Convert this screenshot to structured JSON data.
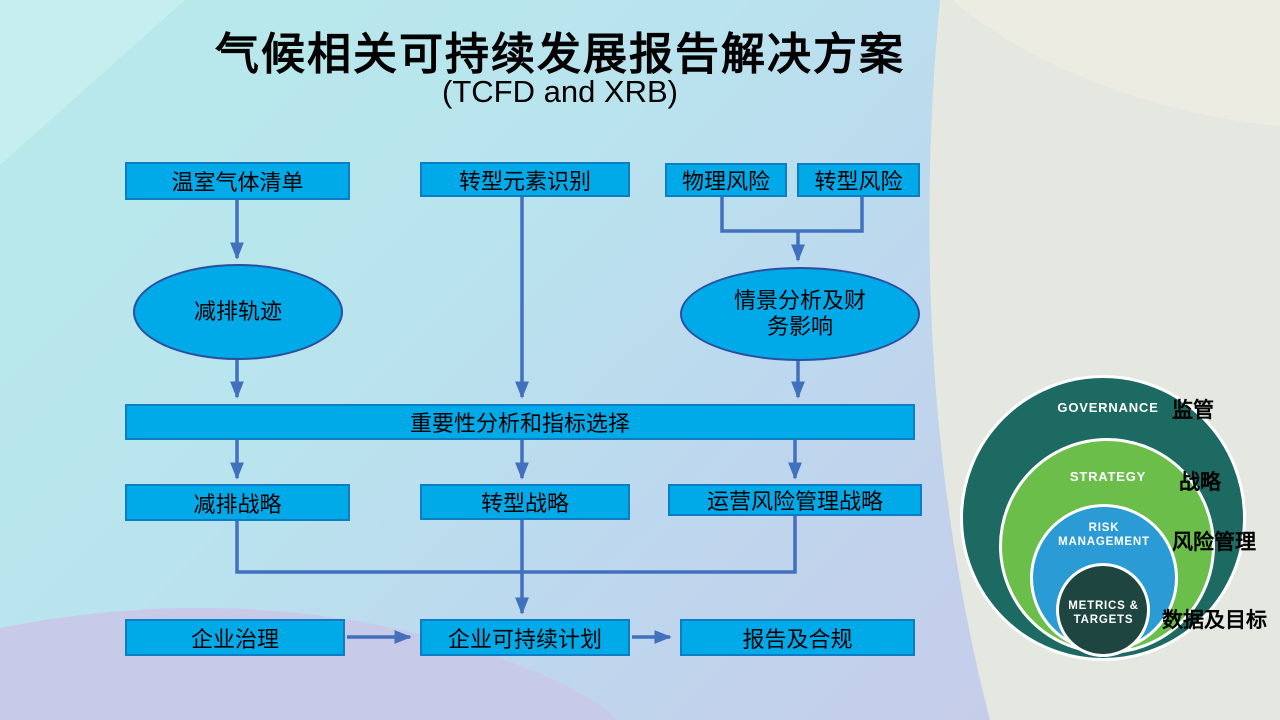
{
  "title": "气候相关可持续发展报告解决方案",
  "subtitle": "(TCFD and XRB)",
  "colors": {
    "node_fill": "#00a9e8",
    "node_border": "#0d7ec4",
    "ellipse_border": "#2a4f9e",
    "connector": "#4170bd",
    "ring_governance": "#1d6a62",
    "ring_strategy": "#6cbe4b",
    "ring_risk": "#2b9bd5",
    "ring_metrics": "#1e453f"
  },
  "flowchart": {
    "nodes": {
      "ghg_inventory": "温室气体清单",
      "transition_elements": "转型元素识别",
      "physical_risk": "物理风险",
      "transition_risk": "转型风险",
      "reduction_trajectory": "减排轨迹",
      "scenario_analysis": "情景分析及财务影响",
      "materiality": "重要性分析和指标选择",
      "reduction_strategy": "减排战略",
      "transition_strategy": "转型战略",
      "ops_risk_strategy": "运营风险管理战略",
      "corporate_governance": "企业治理",
      "sustainability_plan": "企业可持续计划",
      "reporting_compliance": "报告及合规"
    }
  },
  "tcfd_rings": {
    "rings": [
      {
        "label": "GOVERNANCE",
        "label_zh": "监管"
      },
      {
        "label": "STRATEGY",
        "label_zh": "战略"
      },
      {
        "label": "RISK MANAGEMENT",
        "label_zh": "风险管理"
      },
      {
        "label": "METRICS & TARGETS",
        "label_zh": "数据及目标"
      }
    ]
  }
}
